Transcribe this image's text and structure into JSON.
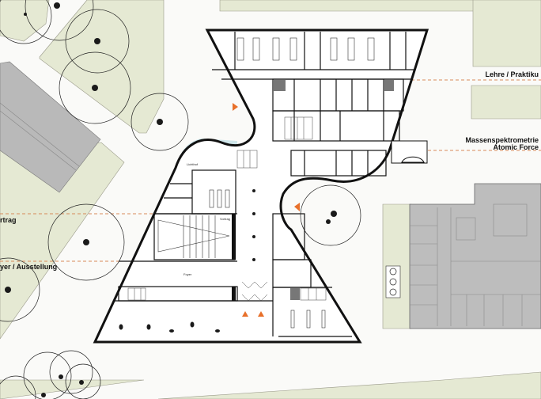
{
  "title": "Floor plan – ground floor site plan",
  "axis_labels": {
    "lehre": "Lehre / Praktiku",
    "massen": "Massenspektrometrie",
    "atomic": "Atomic Force",
    "vortrag": "rtrag",
    "foyer_ausstellung": "yer / Ausstellung"
  },
  "rooms": {
    "foyer": "Foyer",
    "lichthof": "Lichthof",
    "auditorium": "Vortrag"
  },
  "colors": {
    "green": "#e5e9d3",
    "existing_building": "#b9b9b9",
    "atrium": "#cfe6ea",
    "axis": "#d88a5a",
    "entrance_marker": "#e8702a"
  }
}
